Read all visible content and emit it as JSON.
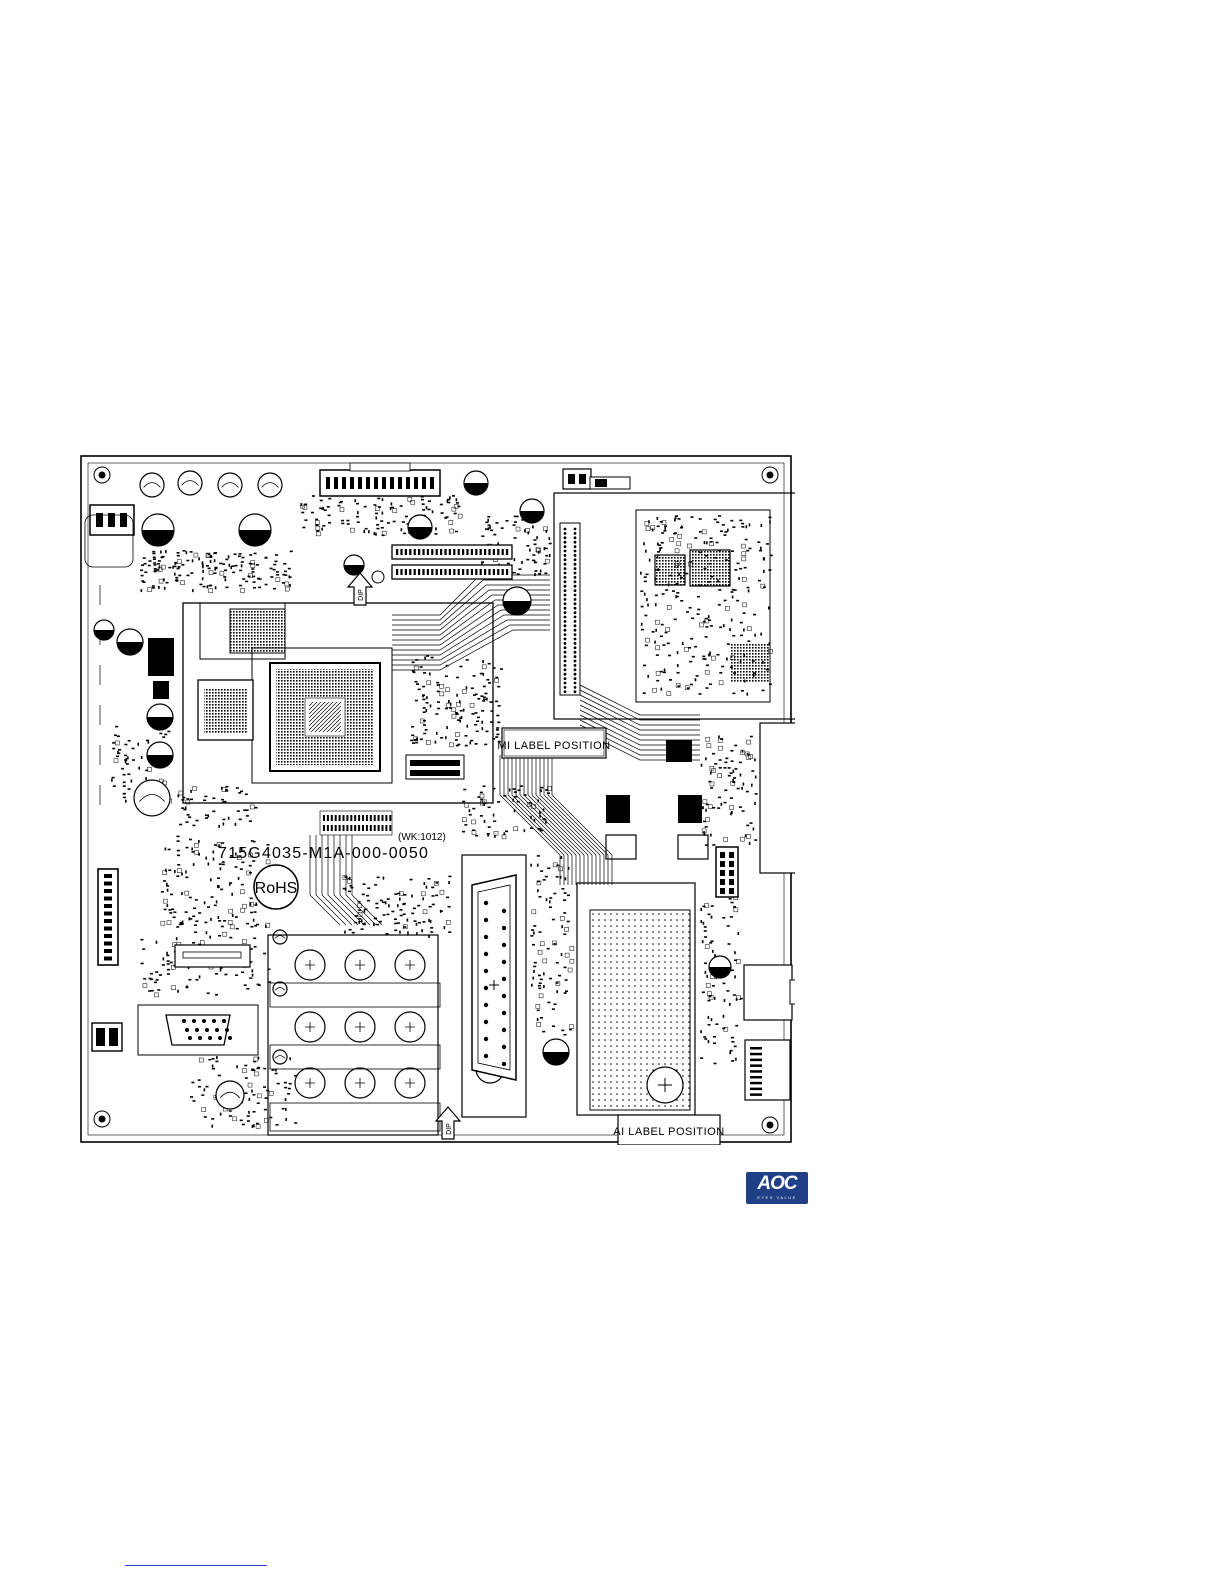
{
  "board": {
    "part_number": "715G4035-M1A-000-0050",
    "week_code": "(WK:1012)",
    "rohs_mark": "RoHS",
    "mi_label": "MI LABEL POSITION",
    "ai_label": "AI LABEL POSITION",
    "dip_arrow_text": "DIP"
  },
  "logo": {
    "wordmark": "AOC",
    "tagline": "EYES VALUE",
    "color": "#1f3f86"
  },
  "colors": {
    "line": "#000000",
    "footer_rule": "#2b3fc9"
  }
}
